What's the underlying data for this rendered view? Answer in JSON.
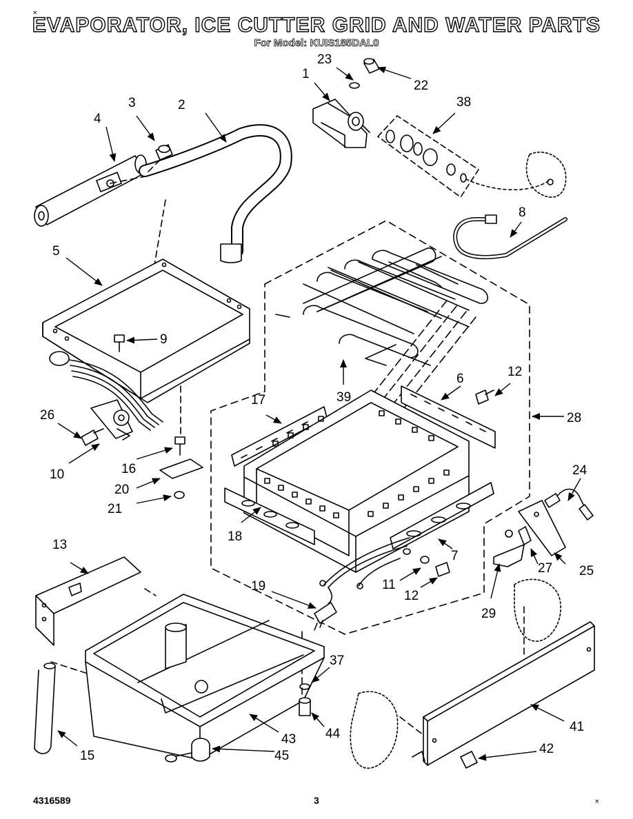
{
  "header": {
    "title": "EVAPORATOR, ICE CUTTER GRID AND WATER PARTS",
    "subtitle": "For Model: KUIS185DAL0"
  },
  "footer": {
    "part_number": "4316589",
    "page_number": "3"
  },
  "corner_marks": {
    "top_left": "×",
    "bottom_right": "×"
  },
  "callouts": {
    "c1": "1",
    "c2": "2",
    "c3": "3",
    "c4": "4",
    "c5": "5",
    "c6": "6",
    "c7": "7",
    "c8": "8",
    "c9": "9",
    "c10": "10",
    "c11": "11",
    "c12a": "12",
    "c12b": "12",
    "c13": "13",
    "c15": "15",
    "c16": "16",
    "c17": "17",
    "c18": "18",
    "c19": "19",
    "c20": "20",
    "c21": "21",
    "c22": "22",
    "c23": "23",
    "c24": "24",
    "c25": "25",
    "c26": "26",
    "c27": "27",
    "c28": "28",
    "c29": "29",
    "c37": "37",
    "c38": "38",
    "c39": "39",
    "c41": "41",
    "c42": "42",
    "c43": "43",
    "c44": "44",
    "c45": "45"
  }
}
